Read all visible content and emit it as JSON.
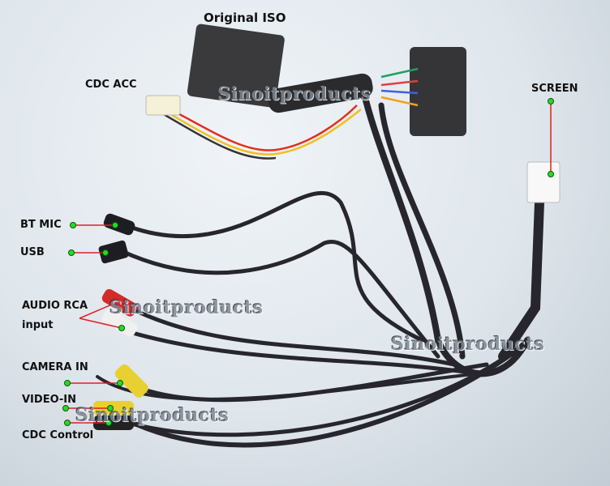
{
  "labels": {
    "original_iso": "Original ISO",
    "cdc_acc": "CDC ACC",
    "screen": "SCREEN",
    "bt_mic": "BT MIC",
    "usb": "USB",
    "audio_rca_1": "AUDIO RCA",
    "audio_rca_2": "input",
    "camera_in": "CAMERA IN",
    "video_in": "VIDEO-IN",
    "cdc_control": "CDC Control"
  },
  "watermark": "Sinoitproducts",
  "colors": {
    "marker": "#22dd22",
    "leader": "#e02020",
    "cable": "#2a2a30"
  }
}
